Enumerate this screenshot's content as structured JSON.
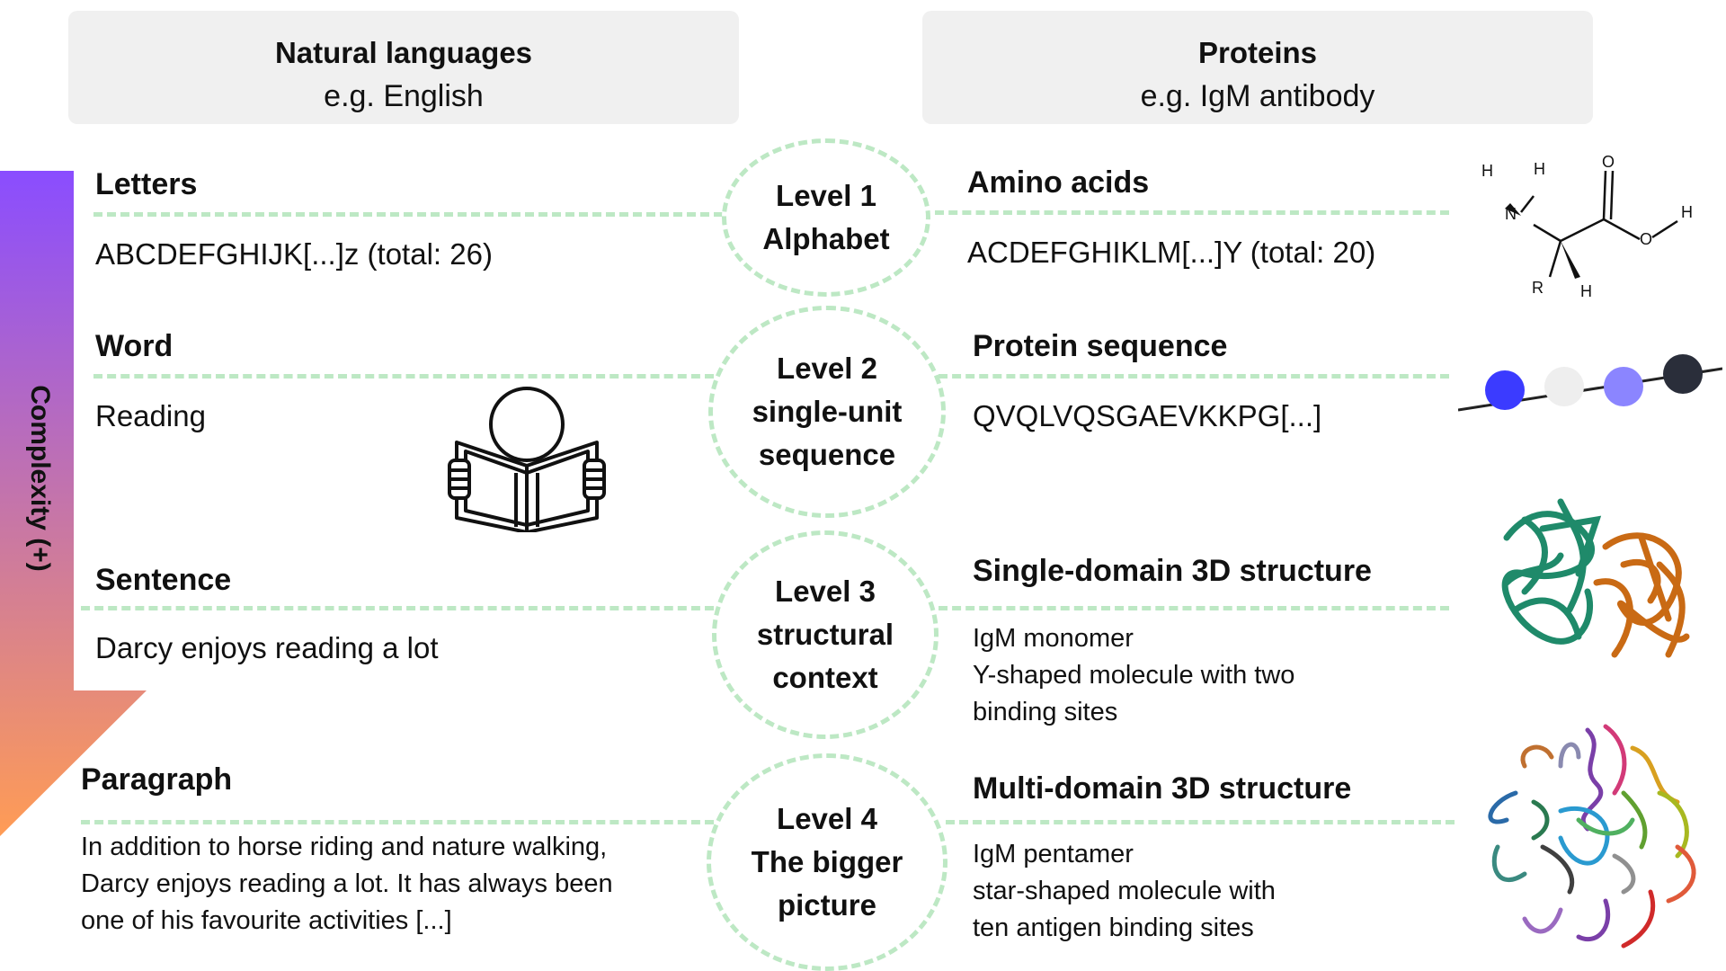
{
  "headers": {
    "left": {
      "title": "Natural languages",
      "subtitle": "e.g. English"
    },
    "right": {
      "title": "Proteins",
      "subtitle": "e.g. IgM antibody"
    }
  },
  "axis": {
    "label": "Complexity (+)"
  },
  "levels": [
    {
      "line1": "Level 1",
      "line2": "Alphabet",
      "line3": ""
    },
    {
      "line1": "Level 2",
      "line2": "single-unit",
      "line3": "sequence"
    },
    {
      "line1": "Level 3",
      "line2": "structural",
      "line3": "context"
    },
    {
      "line1": "Level 4",
      "line2": "The bigger",
      "line3": "picture"
    }
  ],
  "language": {
    "letters": {
      "label": "Letters",
      "text": "ABCDEFGHIJK[...]z (total: 26)"
    },
    "word": {
      "label": "Word",
      "text": "Reading"
    },
    "sentence": {
      "label": "Sentence",
      "text": "Darcy enjoys reading a lot"
    },
    "paragraph": {
      "label": "Paragraph",
      "lines": [
        "In addition to horse riding and nature walking,",
        "Darcy enjoys reading a lot. It has always been",
        "one of his favourite activities [...]"
      ]
    }
  },
  "protein": {
    "amino": {
      "label": "Amino acids",
      "text": "ACDEFGHIKLM[...]Y (total: 20)"
    },
    "sequence": {
      "label": "Protein sequence",
      "text": "QVQLVQSGAEVKKPG[...]"
    },
    "single": {
      "label": "Single-domain 3D structure",
      "lines": [
        "IgM monomer",
        "Y-shaped molecule with two",
        "binding sites"
      ]
    },
    "multi": {
      "label": "Multi-domain 3D structure",
      "lines": [
        "IgM pentamer",
        "star-shaped molecule with",
        "ten antigen binding sites"
      ]
    }
  },
  "molecule_atoms": {
    "h1": "H",
    "h2": "H",
    "n": "N",
    "o1": "O",
    "o2": "O",
    "h3": "H",
    "r": "R",
    "h4": "H"
  },
  "colors": {
    "dash": "#bde8c4",
    "header_bg": "#f0f0f0",
    "arrow_top": "#8a4dff",
    "arrow_bottom": "#ff9c55",
    "bead1": "#3b3bff",
    "bead2": "#eeeeee",
    "bead3": "#8b85ff",
    "bead4": "#2a2e3a",
    "ribbon_green": "#1f8a6a",
    "ribbon_orange": "#c96a14"
  }
}
